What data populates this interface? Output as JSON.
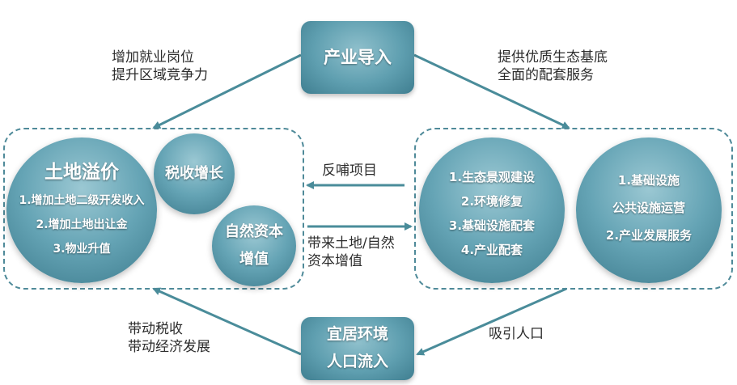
{
  "top_box": {
    "label": "产业导入"
  },
  "bottom_box": {
    "line1": "宜居环境",
    "line2": "人口流入"
  },
  "left_group": {
    "main_circle": {
      "title": "土地溢价",
      "items": [
        "1.增加土地二级开发收入",
        "2.增加土地出让金",
        "3.物业升值"
      ]
    },
    "tax_circle": {
      "label": "税收增长"
    },
    "capital_circle": {
      "line1": "自然资本",
      "line2": "增值"
    }
  },
  "right_group": {
    "circle1": {
      "items": [
        "1.生态景观建设",
        "2.环境修复",
        "3.基础设施配套",
        "4.产业配套"
      ]
    },
    "circle2": {
      "items": [
        "1.基础设施",
        "公共设施运营",
        "2.产业发展服务"
      ]
    }
  },
  "arrow_labels": {
    "top_left": [
      "增加就业岗位",
      "提升区域竞争力"
    ],
    "top_right": [
      "提供优质生态基底",
      "全面的配套服务"
    ],
    "middle_feedback": "反哺项目",
    "middle_forward": [
      "带来土地/自然",
      "资本增值"
    ],
    "bottom_left": [
      "带动税收",
      "带动经济发展"
    ],
    "bottom_right": "吸引人口"
  },
  "colors": {
    "arrow": "#4a8c9a",
    "dashed_border": "#4f8a99",
    "circle_mid": "#65a4b5"
  }
}
